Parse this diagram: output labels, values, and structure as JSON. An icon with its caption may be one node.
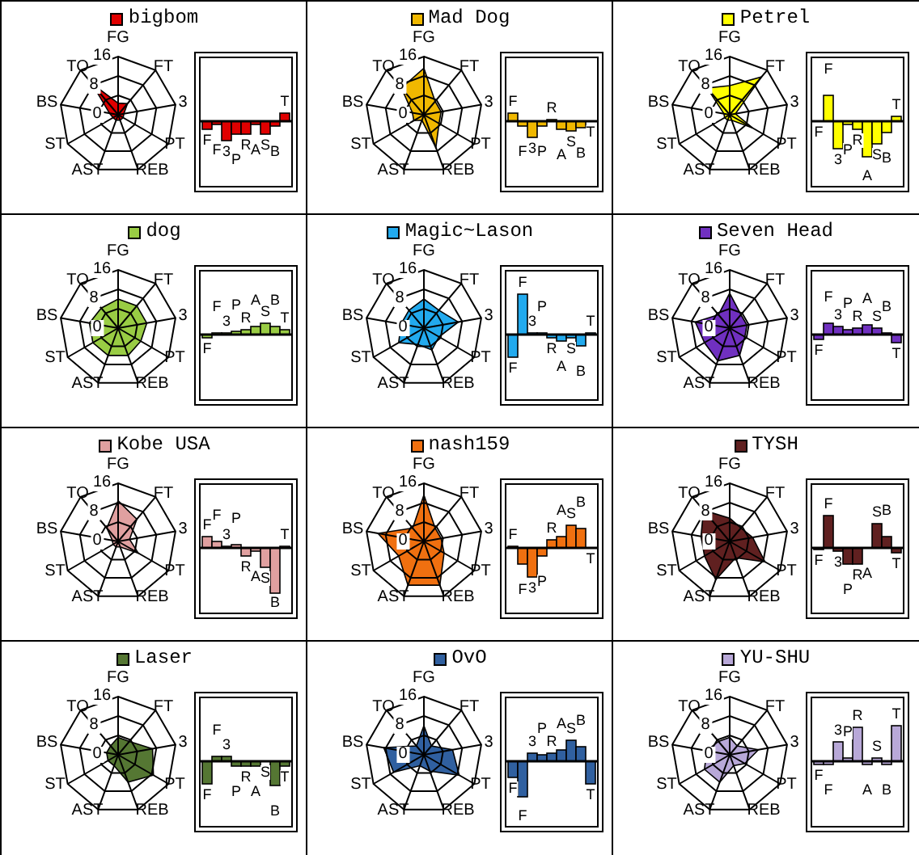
{
  "diagram": {
    "labels": [
      "FG",
      "16",
      "TO",
      "FT",
      "8",
      "BS",
      "3",
      "0",
      "ST",
      "PT",
      "AST",
      "REB",
      "F",
      "F",
      "3",
      "P",
      "R",
      "A",
      "S",
      "B",
      "T",
      "FG",
      "16",
      "TO",
      "FT",
      "8",
      "BS",
      "3",
      "0",
      "ST",
      "PT",
      "AST",
      "REB",
      "F",
      "F",
      "3",
      "P",
      "R",
      "A",
      "S",
      "B",
      "T",
      "FG",
      "16",
      "TO",
      "FT",
      "8",
      "BS",
      "3",
      "0",
      "ST",
      "PT",
      "AST",
      "REB",
      "F",
      "F",
      "3",
      "P",
      "R",
      "A",
      "S",
      "B",
      "T",
      "FG",
      "16",
      "TO",
      "FT",
      "8",
      "BS",
      "3",
      "0",
      "ST",
      "PT",
      "AST",
      "REB",
      "F",
      "F",
      "3",
      "P",
      "R",
      "A",
      "S",
      "B",
      "T",
      "FG",
      "16",
      "TO",
      "FT",
      "8",
      "BS",
      "3",
      "0",
      "ST",
      "PT",
      "AST",
      "REB",
      "F",
      "F",
      "3",
      "P",
      "R",
      "A",
      "S",
      "B",
      "T",
      "FG",
      "16",
      "TO",
      "FT",
      "8",
      "BS",
      "3",
      "0",
      "ST",
      "PT",
      "AST",
      "REB",
      "F",
      "F",
      "3",
      "P",
      "R",
      "A",
      "S",
      "B",
      "T",
      "FG",
      "16",
      "TO",
      "FT",
      "8",
      "BS",
      "3",
      "0",
      "ST",
      "PT",
      "AST",
      "REB",
      "F",
      "F",
      "3",
      "P",
      "R",
      "A",
      "S",
      "B",
      "T",
      "FG",
      "16",
      "TO",
      "FT",
      "8",
      "BS",
      "3",
      "0",
      "ST",
      "PT",
      "AST",
      "REB",
      "F",
      "F",
      "3",
      "P",
      "R",
      "A",
      "S",
      "B",
      "T",
      "FG",
      "16",
      "TO",
      "FT",
      "8",
      "BS",
      "3",
      "0",
      "ST",
      "PT",
      "AST",
      "REB",
      "F",
      "F",
      "3",
      "P",
      "R",
      "A",
      "S",
      "B",
      "T",
      "FG",
      "16",
      "TO",
      "FT",
      "8",
      "BS",
      "3",
      "0",
      "ST",
      "PT",
      "AST",
      "REB",
      "F",
      "F",
      "3",
      "P",
      "R",
      "A",
      "S",
      "B",
      "T",
      "FG",
      "16",
      "TO",
      "FT",
      "8",
      "BS",
      "3",
      "0",
      "ST",
      "PT",
      "AST",
      "REB",
      "F",
      "F",
      "3",
      "P",
      "R",
      "A",
      "S",
      "B",
      "T",
      "FG",
      "16",
      "TO",
      "FT",
      "8",
      "BS",
      "3",
      "0",
      "ST",
      "PT",
      "AST",
      "REB",
      "F",
      "F",
      "3",
      "P",
      "R",
      "A",
      "S",
      "B",
      "T"
    ],
    "legend": [
      {
        "text": "bigbom",
        "color": "#e00000"
      },
      {
        "text": "Mad Dog",
        "color": "#f0b800"
      },
      {
        "text": "Petrel",
        "color": "#ffff00"
      },
      {
        "text": "dog",
        "color": "#99cc44"
      },
      {
        "text": "Magic~Lason",
        "color": "#22aaee"
      },
      {
        "text": "Seven Head",
        "color": "#7030c0"
      },
      {
        "text": "Kobe USA",
        "color": "#e0a0a0"
      },
      {
        "text": "nash159",
        "color": "#f07010"
      },
      {
        "text": "TYSH",
        "color": "#602020"
      },
      {
        "text": "Laser",
        "color": "#557733"
      },
      {
        "text": "OvO",
        "color": "#3060a0"
      },
      {
        "text": "YU-SHU",
        "color": "#b8a8d8"
      }
    ]
  }
}
